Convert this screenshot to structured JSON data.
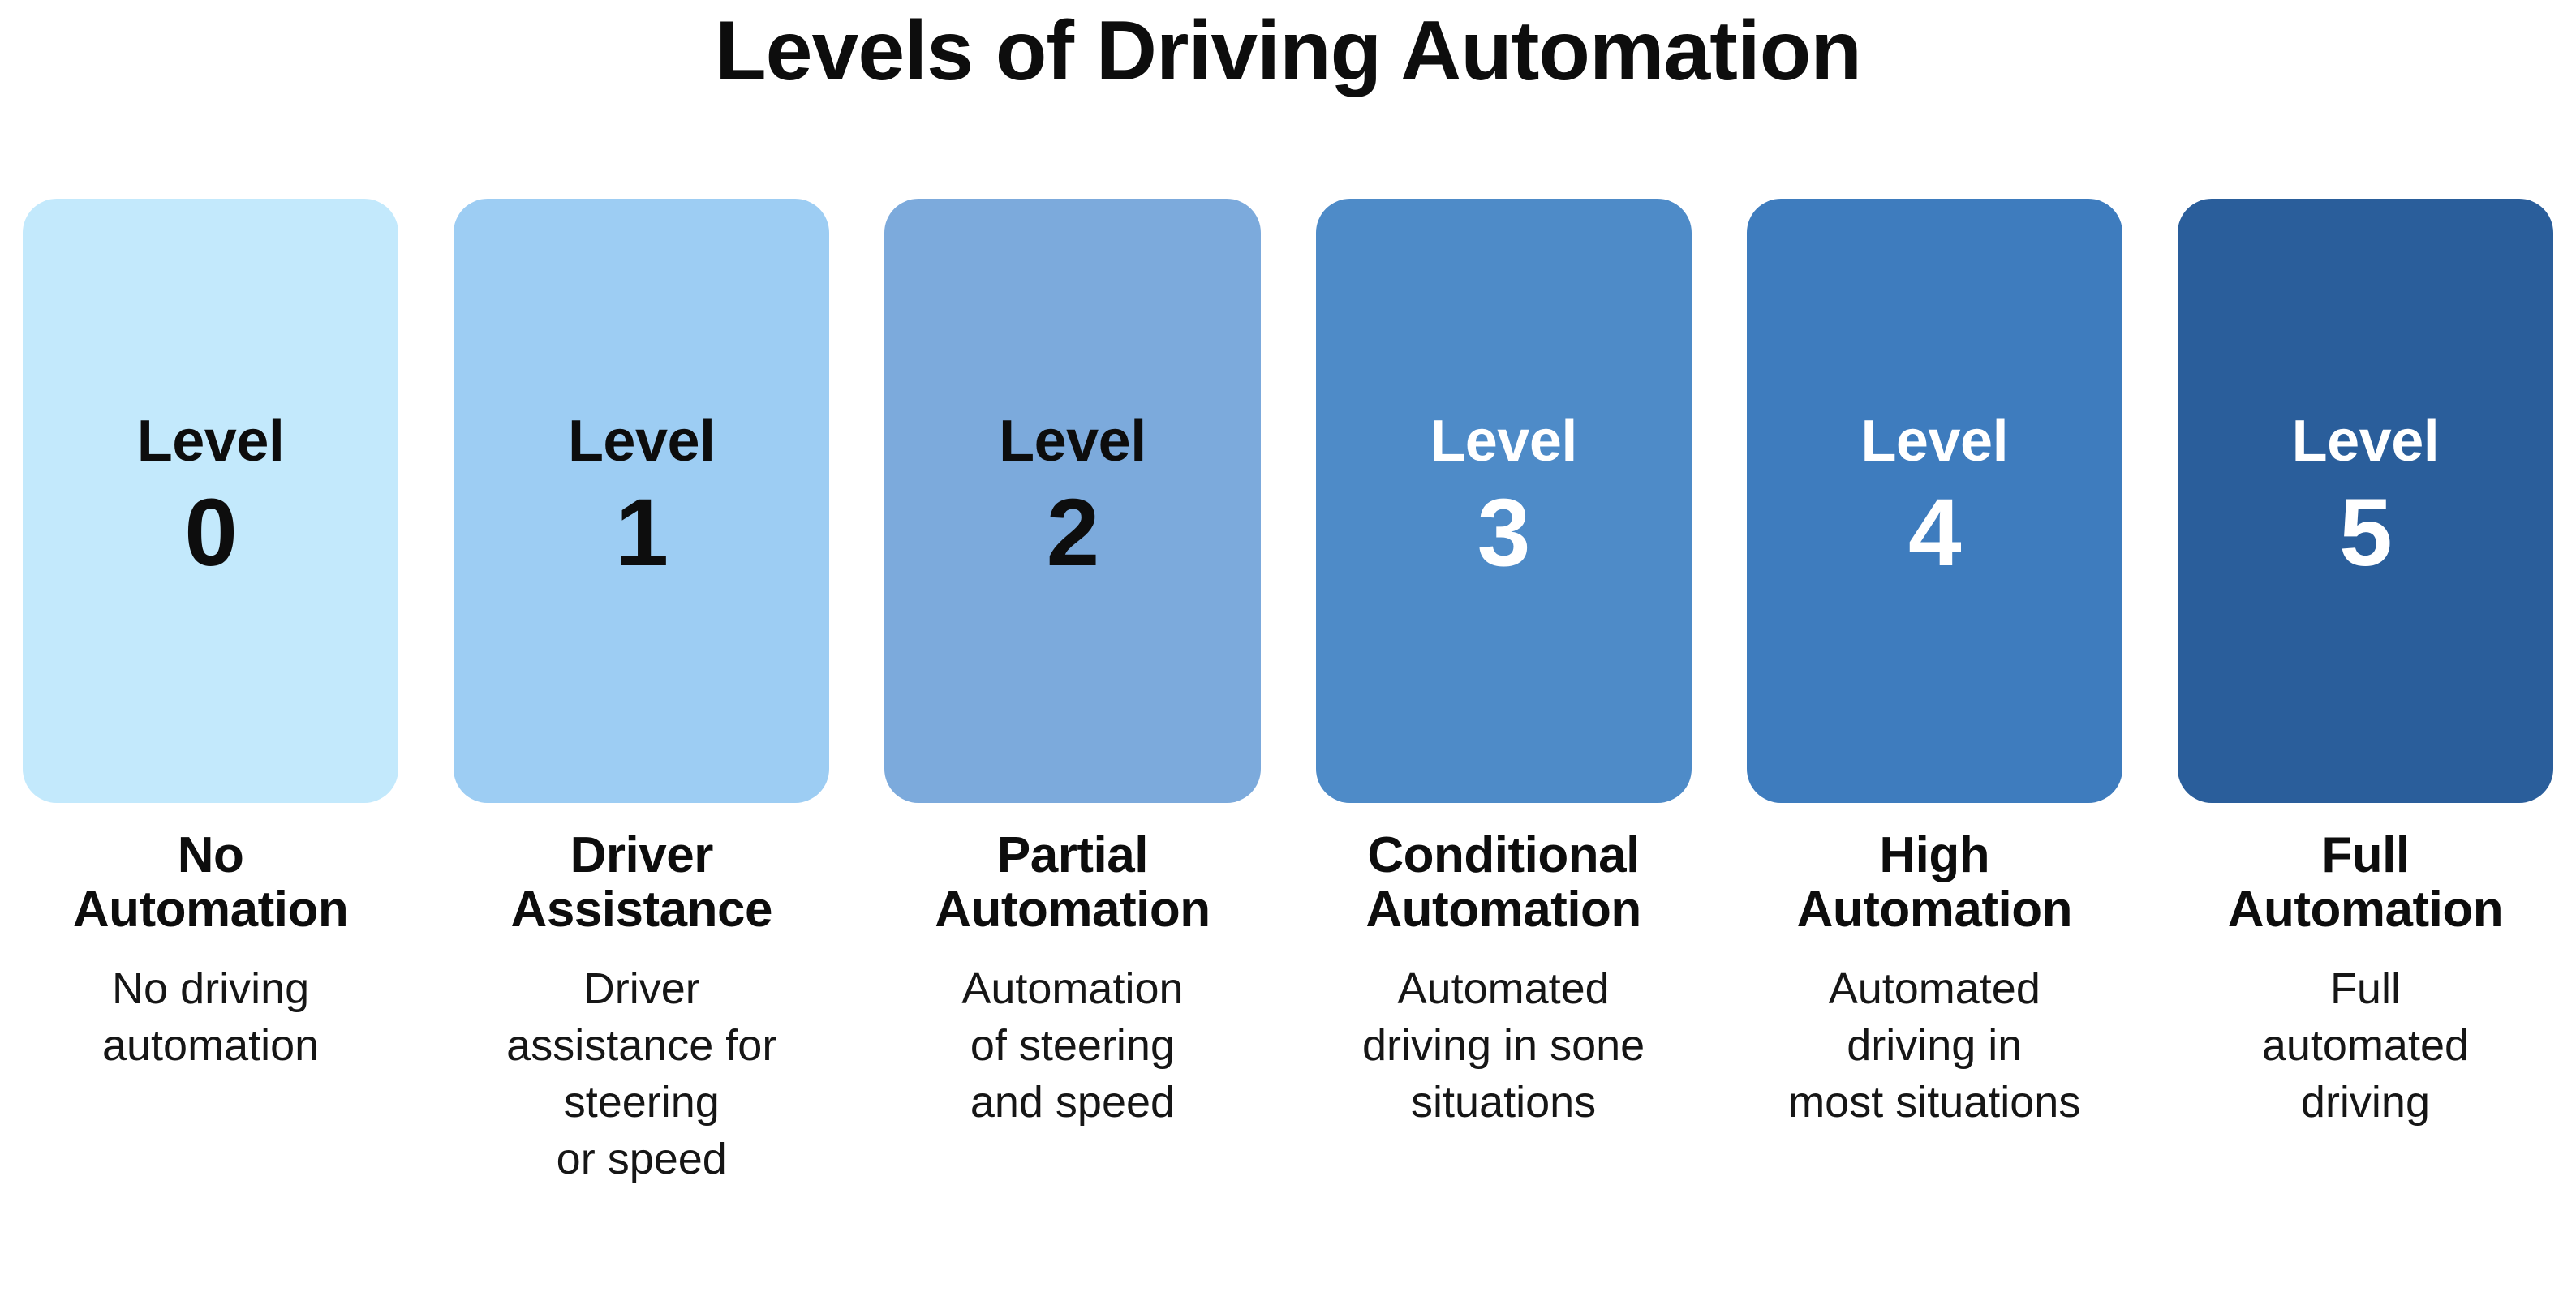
{
  "title": "Levels of Driving Automation",
  "palette": {
    "background": "#ffffff",
    "title_color": "#0d0d0d",
    "card_colors": [
      "#C3E9FC",
      "#9DCDF3",
      "#7CAADC",
      "#4E8BC8",
      "#3E7CBE",
      "#2A5E9B"
    ],
    "dark_ink": "#0d0d0d",
    "light_ink": "#ffffff"
  },
  "levels": [
    {
      "level_word": "Level",
      "level_number": "0",
      "card_color": "#C3E9FC",
      "text_color": "#0d0d0d",
      "name": "No Automation",
      "name_lines": [
        "No",
        "Automation"
      ],
      "description": "No driving automation",
      "description_lines": [
        "No driving",
        "automation"
      ]
    },
    {
      "level_word": "Level",
      "level_number": "1",
      "card_color": "#9DCDF3",
      "text_color": "#0d0d0d",
      "name": "Driver Assistance",
      "name_lines": [
        "Driver",
        "Assistance"
      ],
      "description": "Driver assistance for steering or speed",
      "description_lines": [
        "Driver",
        "assistance for",
        "steering",
        "or speed"
      ]
    },
    {
      "level_word": "Level",
      "level_number": "2",
      "card_color": "#7CAADC",
      "text_color": "#0d0d0d",
      "name": "Partial Automation",
      "name_lines": [
        "Partial",
        "Automation"
      ],
      "description": "Automation of steering and speed",
      "description_lines": [
        "Automation",
        "of steering",
        "and speed"
      ]
    },
    {
      "level_word": "Level",
      "level_number": "3",
      "card_color": "#4E8BC8",
      "text_color": "#ffffff",
      "name": "Conditional Automation",
      "name_lines": [
        "Conditional",
        "Automation"
      ],
      "description": "Automated driving in sone situations",
      "description_lines": [
        "Automated",
        "driving in sone",
        "situations"
      ]
    },
    {
      "level_word": "Level",
      "level_number": "4",
      "card_color": "#3E7CBE",
      "text_color": "#ffffff",
      "name": "High Automation",
      "name_lines": [
        "High",
        "Automation"
      ],
      "description": "Automated driving in most situations",
      "description_lines": [
        "Automated",
        "driving in",
        "most situations"
      ]
    },
    {
      "level_word": "Level",
      "level_number": "5",
      "card_color": "#2A5E9B",
      "text_color": "#ffffff",
      "name": "Full Automation",
      "name_lines": [
        "Full",
        "Automation"
      ],
      "description": "Full automated driving",
      "description_lines": [
        "Full",
        "automated",
        "driving"
      ]
    }
  ]
}
